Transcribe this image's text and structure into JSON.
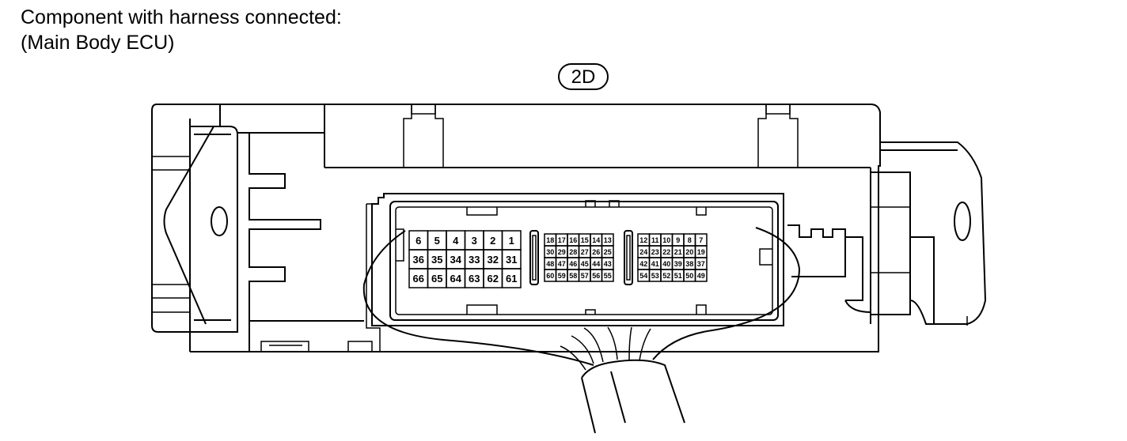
{
  "caption": {
    "line1": "Component with harness connected:",
    "line2": "(Main Body ECU)"
  },
  "connector_label": "2D",
  "pin_blocks": {
    "left": {
      "rows": [
        [
          "6",
          "5",
          "4",
          "3",
          "2",
          "1"
        ],
        [
          "36",
          "35",
          "34",
          "33",
          "32",
          "31"
        ],
        [
          "66",
          "65",
          "64",
          "63",
          "62",
          "61"
        ]
      ]
    },
    "middle": {
      "rows": [
        [
          "18",
          "17",
          "16",
          "15",
          "14",
          "13"
        ],
        [
          "30",
          "29",
          "28",
          "27",
          "26",
          "25"
        ],
        [
          "48",
          "47",
          "46",
          "45",
          "44",
          "43"
        ],
        [
          "60",
          "59",
          "58",
          "57",
          "56",
          "55"
        ]
      ]
    },
    "right": {
      "rows": [
        [
          "12",
          "11",
          "10",
          "9",
          "8",
          "7"
        ],
        [
          "24",
          "23",
          "22",
          "21",
          "20",
          "19"
        ],
        [
          "42",
          "41",
          "40",
          "39",
          "38",
          "37"
        ],
        [
          "54",
          "53",
          "52",
          "51",
          "50",
          "49"
        ]
      ]
    }
  }
}
